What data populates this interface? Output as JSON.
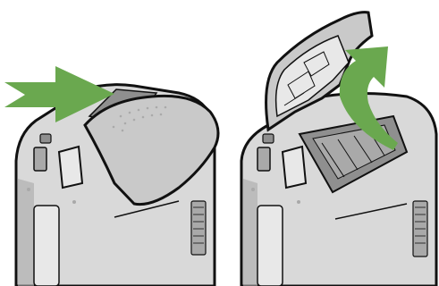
{
  "figure": {
    "panels": [
      {
        "name": "left-panel",
        "step": "slide-cover",
        "arrow_direction": "right"
      },
      {
        "name": "right-panel",
        "step": "lift-cover",
        "arrow_direction": "up"
      }
    ],
    "colors": {
      "arrow": "#6aa84f",
      "body": "#d9d9d9",
      "body_light": "#e8e8e8",
      "body_dark": "#a9a9a9",
      "cover": "#c9c9c9",
      "inner": "#8f8f8f",
      "outline": "#111111",
      "background": "#ffffff"
    }
  }
}
